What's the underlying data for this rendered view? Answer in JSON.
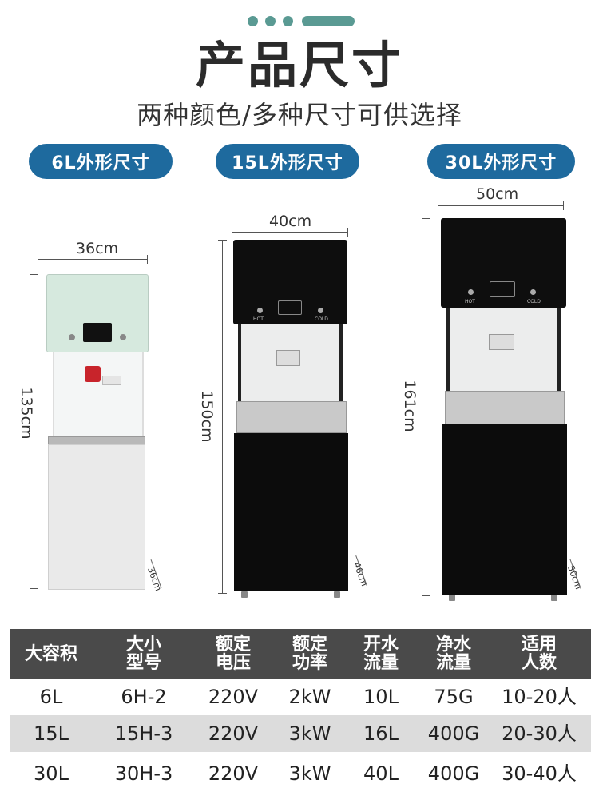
{
  "header": {
    "title": "产品尺寸",
    "subtitle": "两种颜色/多种尺寸可供选择"
  },
  "models": [
    {
      "label": "6L外形尺寸",
      "width": "36cm",
      "height": "135cm",
      "depth": "36cm"
    },
    {
      "label": "15L外形尺寸",
      "width": "40cm",
      "height": "150cm",
      "depth": "46cm"
    },
    {
      "label": "30L外形尺寸",
      "width": "50cm",
      "height": "161cm",
      "depth": "50cm"
    }
  ],
  "machine_labels": {
    "hot": "HOT",
    "cold": "COLD"
  },
  "colors": {
    "accent": "#1e6a9e",
    "deco": "#5a9a93",
    "table_header": "#4a4a4a",
    "table_shade": "#dcdcdc"
  },
  "table": {
    "headers": [
      "大容积",
      "大小\n型号",
      "额定\n电压",
      "额定\n功率",
      "开水\n流量",
      "净水\n流量",
      "适用\n人数"
    ],
    "rows": [
      [
        "6L",
        "6H-2",
        "220V",
        "2kW",
        "10L",
        "75G",
        "10-20人"
      ],
      [
        "15L",
        "15H-3",
        "220V",
        "3kW",
        "16L",
        "400G",
        "20-30人"
      ],
      [
        "30L",
        "30H-3",
        "220V",
        "3kW",
        "40L",
        "400G",
        "30-40人"
      ]
    ]
  }
}
